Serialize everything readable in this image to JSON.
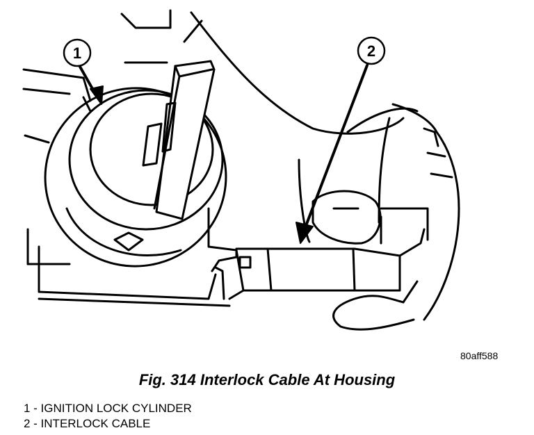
{
  "figure": {
    "id_code": "80aff588",
    "caption": "Fig. 314 Interlock Cable At Housing"
  },
  "callouts": [
    {
      "number": "1",
      "label": "IGNITION LOCK CYLINDER"
    },
    {
      "number": "2",
      "label": "INTERLOCK CABLE"
    }
  ],
  "legend": [
    "1 - IGNITION LOCK CYLINDER",
    "2 - INTERLOCK CABLE"
  ]
}
